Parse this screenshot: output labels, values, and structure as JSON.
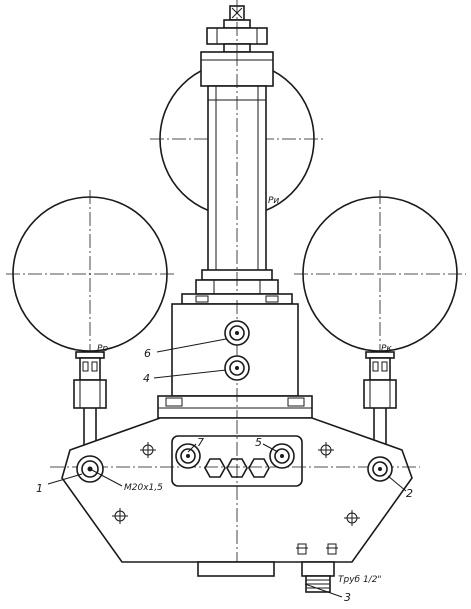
{
  "labels": {
    "gauge_top": "Pи",
    "gauge_left": "Pp",
    "gauge_right": "Pк",
    "thread": "M20x1,5",
    "pipe": "Труб 1/2\"",
    "callouts": [
      "1",
      "2",
      "3",
      "4",
      "5",
      "6",
      "7"
    ]
  },
  "colors": {
    "ink": "#1a1a1a",
    "paper": "#ffffff"
  }
}
